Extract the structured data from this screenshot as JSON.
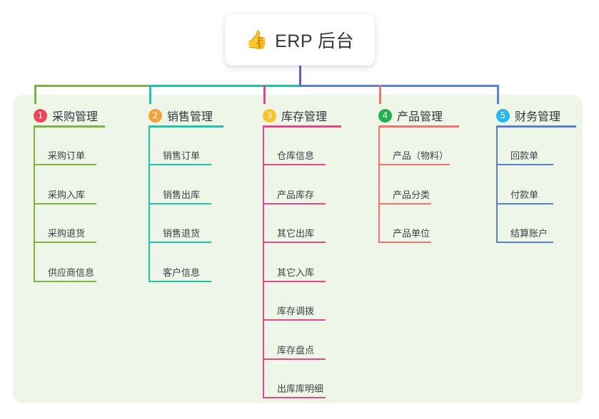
{
  "root": {
    "icon": "thumbs-up-icon",
    "emoji": "👍",
    "title": "ERP 后台"
  },
  "theme": {
    "panel_bg": "#eef7e7",
    "page_bg": "#ffffff",
    "text": "#2f3640",
    "stem_color": "#5b5bd6"
  },
  "columns": [
    {
      "index": "1",
      "badge_color": "#f0445a",
      "line_color": "#7cb342",
      "title": "采购管理",
      "items": [
        {
          "label": "采购订单"
        },
        {
          "label": "采购入库"
        },
        {
          "label": "采购退货"
        },
        {
          "label": "供应商信息"
        }
      ]
    },
    {
      "index": "2",
      "badge_color": "#f5a33c",
      "line_color": "#21c1b0",
      "title": "销售管理",
      "items": [
        {
          "label": "销售订单"
        },
        {
          "label": "销售出库"
        },
        {
          "label": "销售退货"
        },
        {
          "label": "客户信息"
        }
      ]
    },
    {
      "index": "3",
      "badge_color": "#f7c430",
      "line_color": "#e8458f",
      "title": "库存管理",
      "items": [
        {
          "label": "仓库信息"
        },
        {
          "label": "产品库存"
        },
        {
          "label": "其它出库"
        },
        {
          "label": "其它入库"
        },
        {
          "label": "库存调拨"
        },
        {
          "label": "库存盘点"
        },
        {
          "label": "出库库明细"
        }
      ]
    },
    {
      "index": "4",
      "badge_color": "#22b14c",
      "line_color": "#f4736e",
      "title": "产品管理",
      "items": [
        {
          "label": "产品（物料）"
        },
        {
          "label": "产品分类"
        },
        {
          "label": "产品单位"
        }
      ]
    },
    {
      "index": "5",
      "badge_color": "#29b6e8",
      "line_color": "#5b7fd4",
      "title": "财务管理",
      "items": [
        {
          "label": "回款单"
        },
        {
          "label": "付款单"
        },
        {
          "label": "结算账户"
        }
      ]
    }
  ]
}
